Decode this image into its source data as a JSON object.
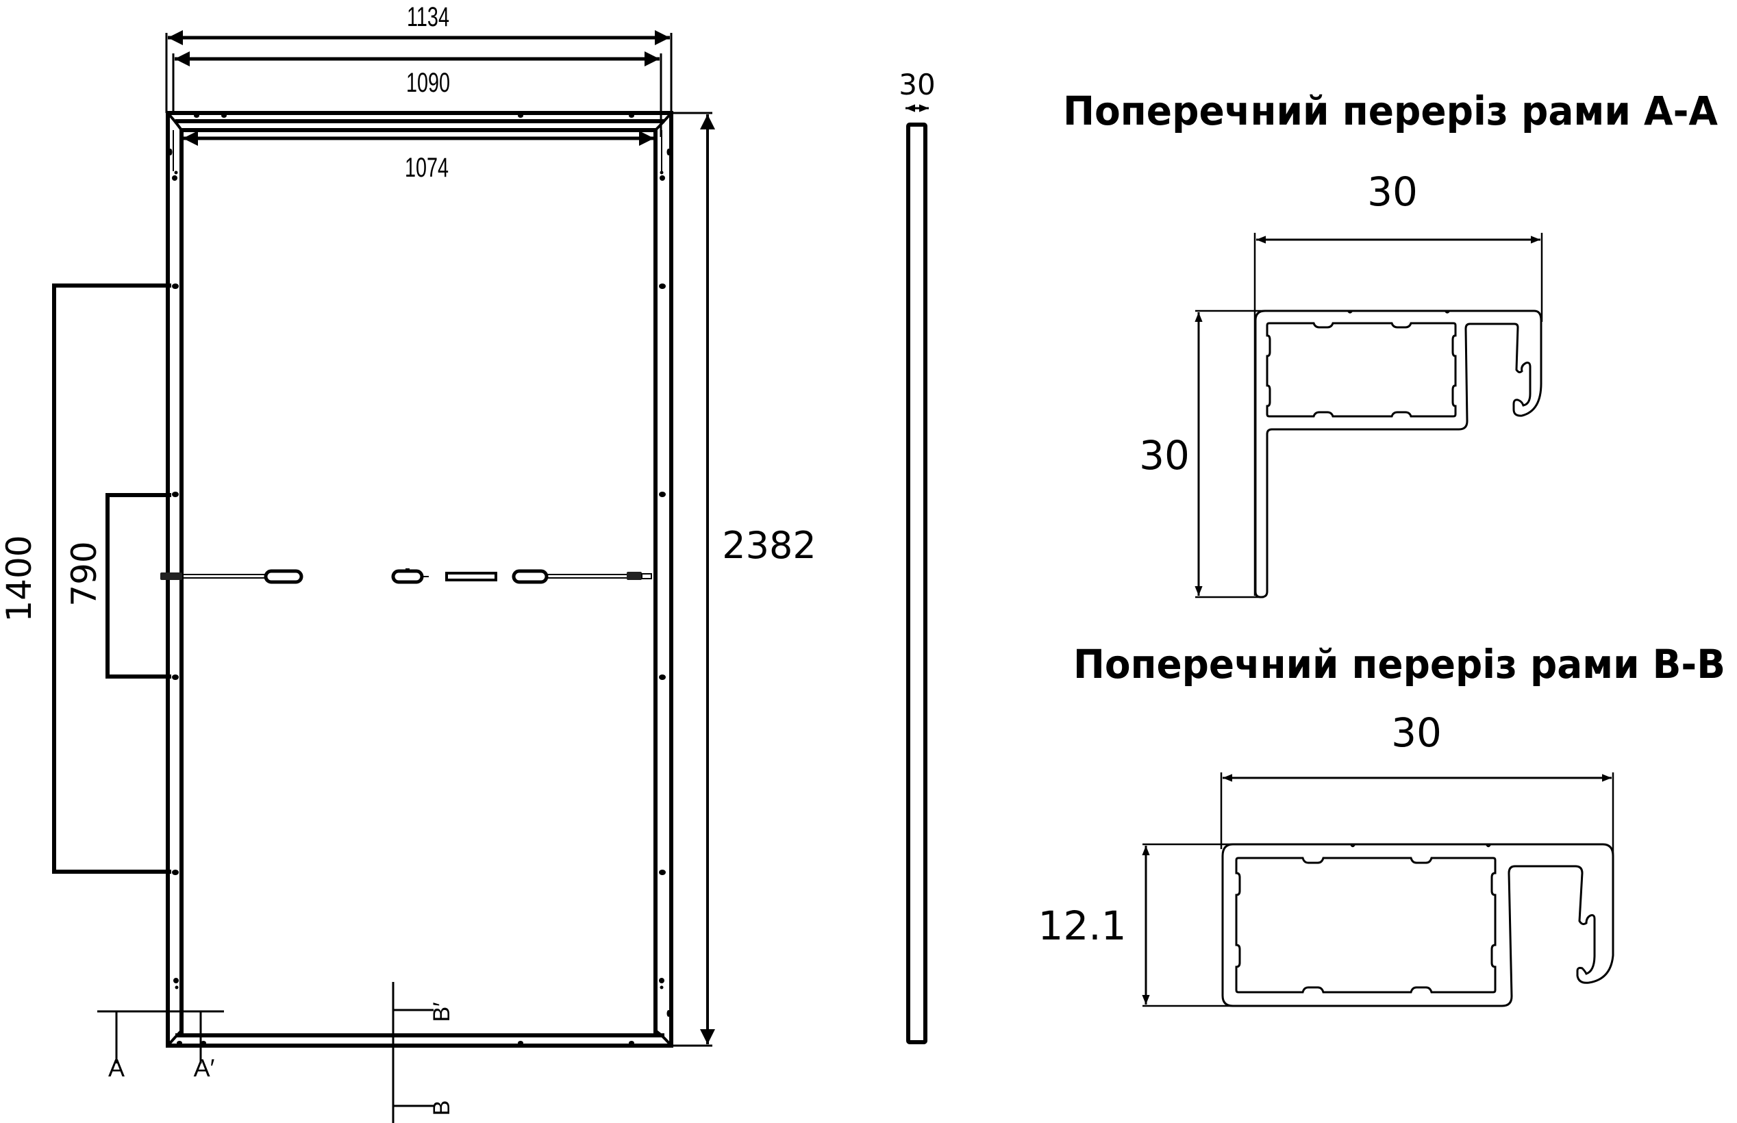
{
  "drawing": {
    "front_view": {
      "width_overall": "1134",
      "width_frame_inner": "1090",
      "width_glass": "1074",
      "height_overall": "2382",
      "mount_spacing_outer": "1400",
      "mount_spacing_inner": "790",
      "section_a_label": "A",
      "section_a_prime_label": "A′",
      "section_b_label": "B",
      "section_b_prime_label": "B′"
    },
    "side_view": {
      "thickness": "30"
    },
    "section_aa": {
      "title": "Поперечний переріз рами А-А",
      "width": "30",
      "height": "30"
    },
    "section_bb": {
      "title": "Поперечний переріз рами B-B",
      "width": "30",
      "height": "12.1"
    }
  },
  "colors": {
    "line": "#000000",
    "background": "#ffffff"
  }
}
